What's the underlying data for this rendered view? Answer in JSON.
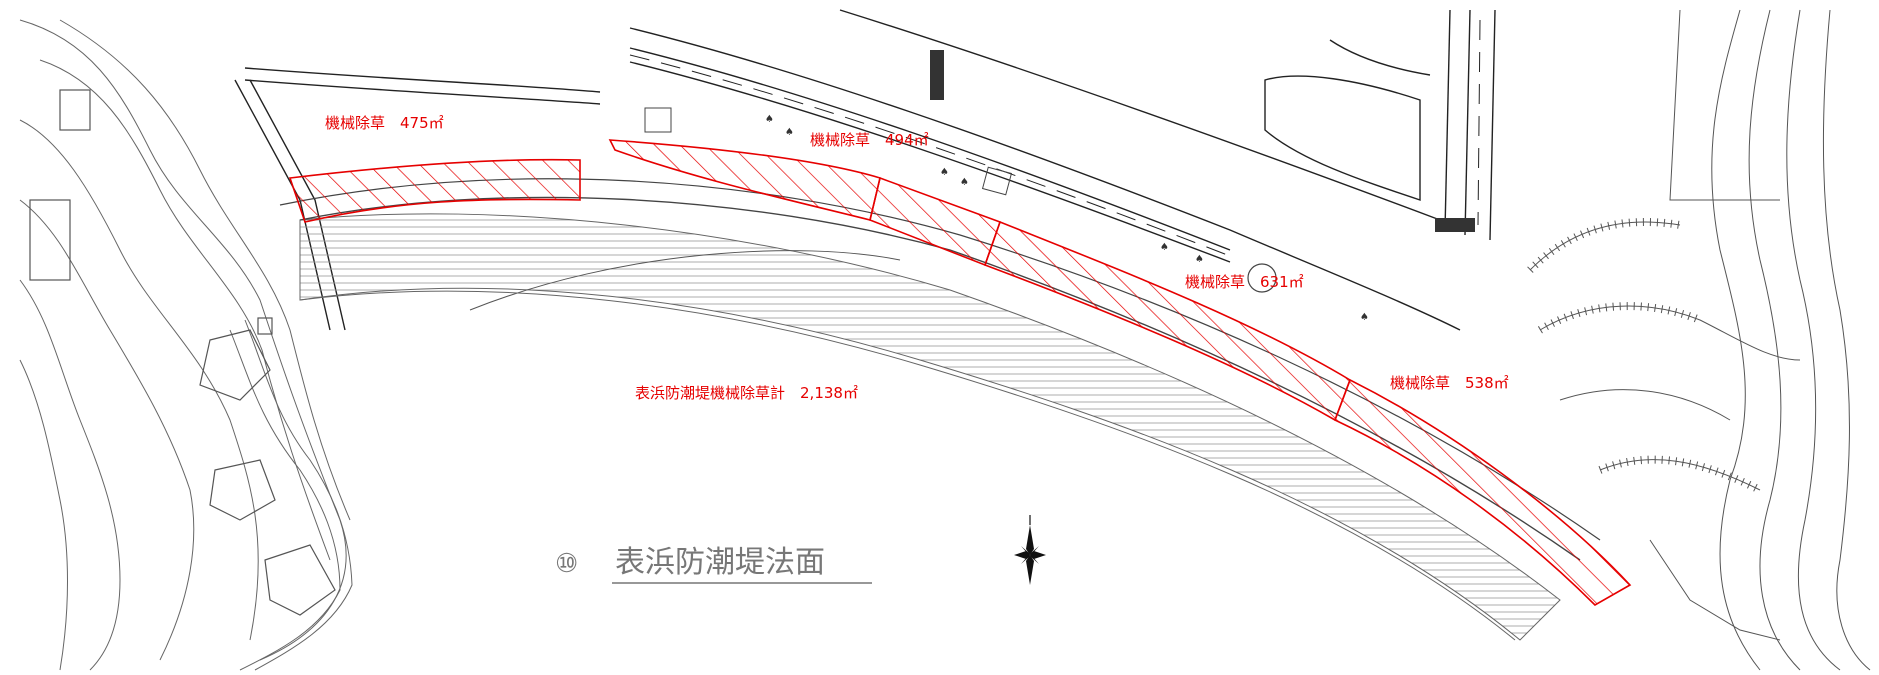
{
  "labels": {
    "mow_zone_1": "機械除草　475㎡",
    "mow_zone_2": "機械除草　494㎡",
    "mow_zone_3": "機械除草　631㎡",
    "mow_zone_4": "機械除草　538㎡",
    "total": "表浜防潮堤機械除草計　2,138㎡"
  },
  "title": {
    "number": "⑩",
    "text": "表浜防潮堤法面"
  },
  "colors": {
    "linework": "#444444",
    "hatch": "#e60000",
    "label": "#e60000",
    "title": "#777777",
    "background": "#ffffff"
  }
}
